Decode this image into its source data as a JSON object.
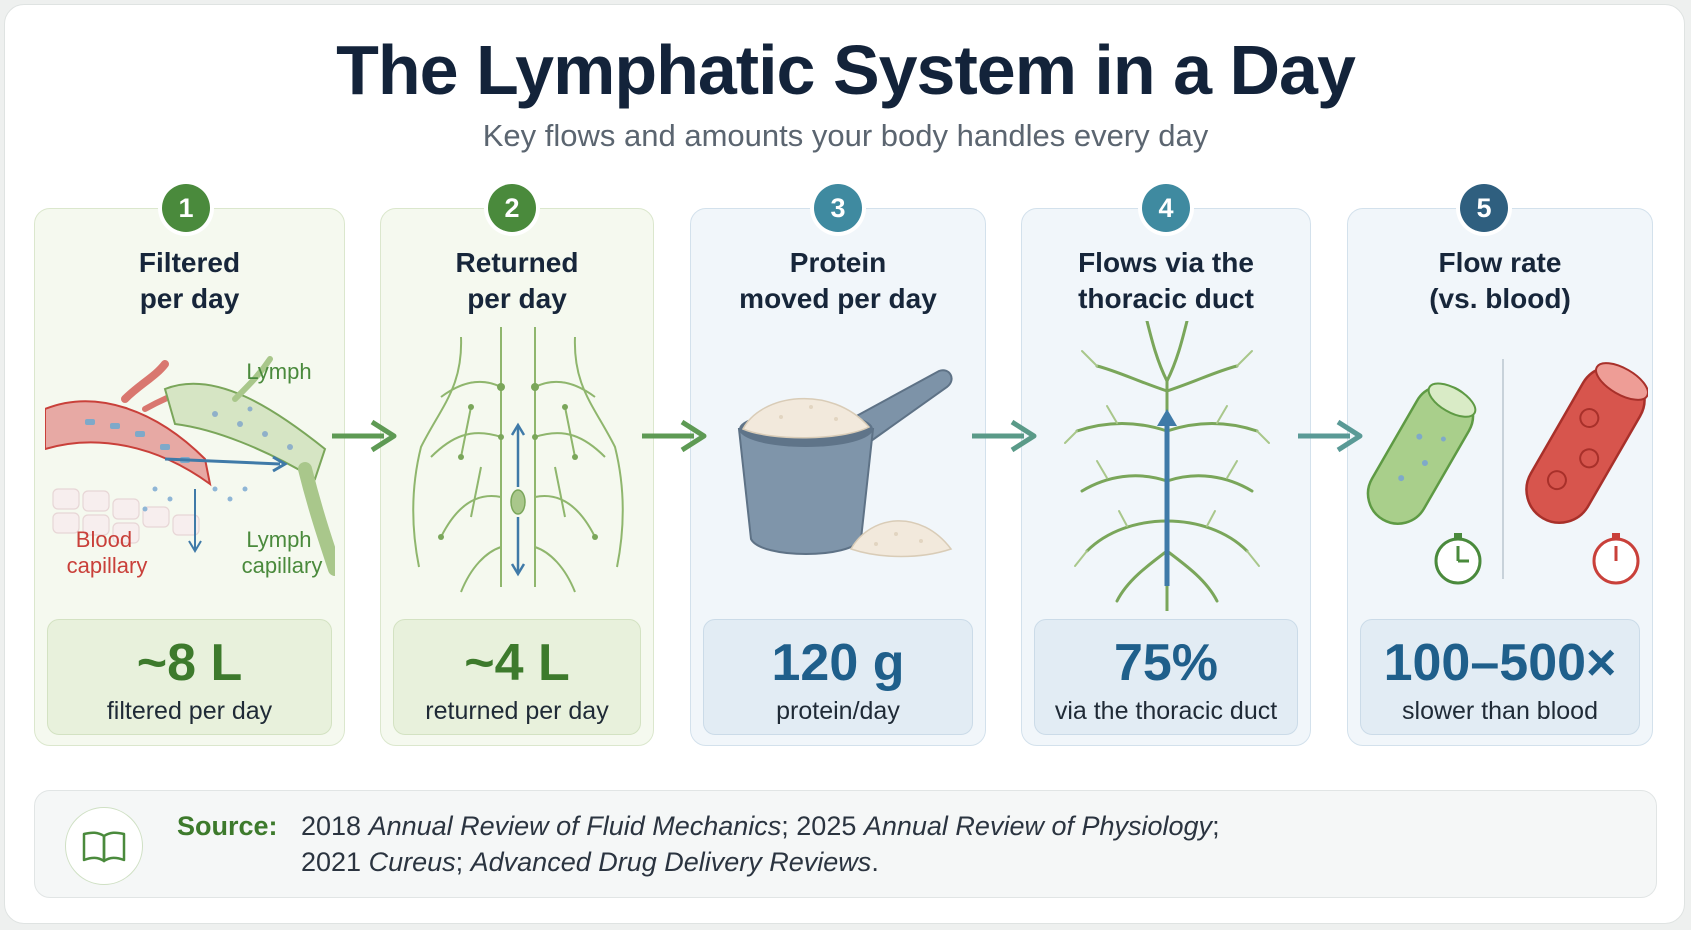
{
  "title": "The Lymphatic System in a Day",
  "subtitle": "Key flows and amounts your body handles every day",
  "steps": [
    {
      "number": "1",
      "title": "Filtered\nper day",
      "value": "~8 L",
      "label": "filtered per day",
      "illustration_labels": {
        "lymph": "Lymph",
        "blood_capillary": "Blood\ncapillary",
        "lymph_capillary": "Lymph\ncapillary"
      }
    },
    {
      "number": "2",
      "title": "Returned\nper day",
      "value": "~4 L",
      "label": "returned per day"
    },
    {
      "number": "3",
      "title": "Protein\nmoved per day",
      "value": "120 g",
      "label": "protein/day"
    },
    {
      "number": "4",
      "title": "Flows via the\nthoracic duct",
      "value": "75%",
      "label": "via the thoracic duct"
    },
    {
      "number": "5",
      "title": "Flow rate\n(vs. blood)",
      "value": "100–500×",
      "label": "slower than blood"
    }
  ],
  "source": {
    "label": "Source:",
    "line1_prefix": "2018 ",
    "line1_journal1": "Annual Review of Fluid Mechanics",
    "line1_mid": "; 2025 ",
    "line1_journal2": "Annual Review of Physiology",
    "line1_suffix": ";",
    "line2_prefix": "2021 ",
    "line2_journal1": "Cureus",
    "line2_mid": "; ",
    "line2_journal2": "Advanced Drug Delivery Reviews",
    "line2_suffix": "."
  },
  "colors": {
    "green_accent": "#3d7a2c",
    "blue_accent": "#1f5f8b",
    "badge_green": "#4a8a3c",
    "badge_teal": "#3f8aa0",
    "badge_navy": "#2f5f7f",
    "blood_red": "#c9403a",
    "title_navy": "#13233a"
  },
  "icons": [
    "capillary-illustration",
    "lymph-network-illustration",
    "protein-scoop-illustration",
    "thoracic-duct-illustration",
    "flow-rate-illustration",
    "clock-icon",
    "book-icon",
    "right-arrow-icon"
  ]
}
